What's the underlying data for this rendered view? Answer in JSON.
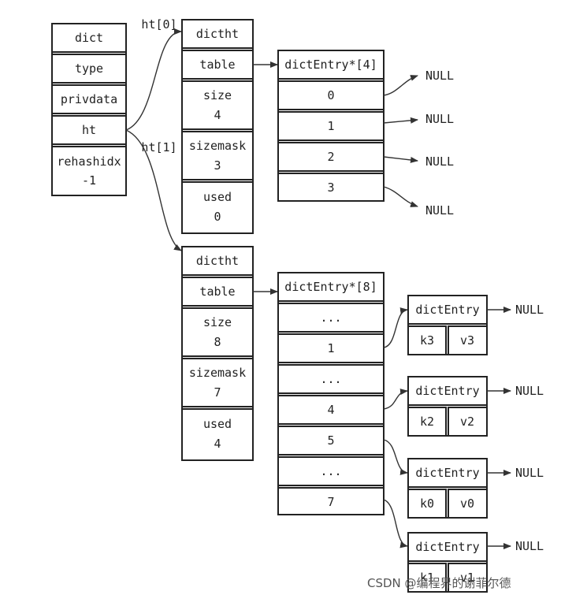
{
  "dict": {
    "header": "dict",
    "fields": [
      "type",
      "privdata",
      "ht"
    ],
    "rehash_name": "rehashidx",
    "rehash_value": "-1"
  },
  "ht_labels": [
    "ht[0]",
    "ht[1]"
  ],
  "ht0": {
    "header": "dictht",
    "table": "table",
    "size_name": "size",
    "size_value": "4",
    "sizemask_name": "sizemask",
    "sizemask_value": "3",
    "used_name": "used",
    "used_value": "0"
  },
  "ht1": {
    "header": "dictht",
    "table": "table",
    "size_name": "size",
    "size_value": "8",
    "sizemask_name": "sizemask",
    "sizemask_value": "7",
    "used_name": "used",
    "used_value": "4"
  },
  "table0": {
    "header": "dictEntry*[4]",
    "slots": [
      "0",
      "1",
      "2",
      "3"
    ],
    "null_label": "NULL"
  },
  "table1": {
    "header": "dictEntry*[8]",
    "slots": [
      "...",
      "1",
      "...",
      "4",
      "5",
      "...",
      "7"
    ]
  },
  "entries": [
    {
      "header": "dictEntry",
      "key": "k3",
      "value": "v3"
    },
    {
      "header": "dictEntry",
      "key": "k2",
      "value": "v2"
    },
    {
      "header": "dictEntry",
      "key": "k0",
      "value": "v0"
    },
    {
      "header": "dictEntry",
      "key": "k1",
      "value": "v1"
    }
  ],
  "null_label": "NULL",
  "watermark": "CSDN @编程界的谢菲尔德"
}
